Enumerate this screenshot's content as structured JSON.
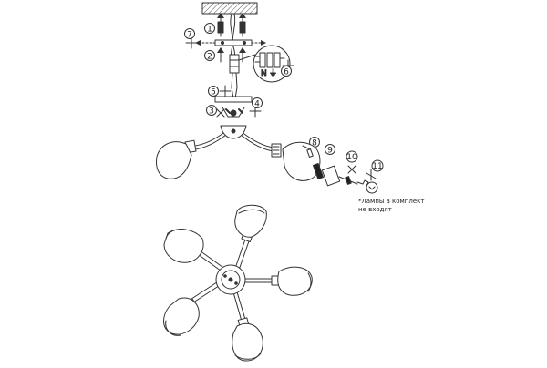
{
  "diagram": {
    "step_numbers": [
      "1",
      "2",
      "3",
      "4",
      "5",
      "6",
      "7",
      "8",
      "9",
      "10",
      "11"
    ],
    "wire_labels": {
      "neutral": "N",
      "earth": "⏚"
    },
    "note_line1": "*Лампы в комплект",
    "note_line2": "не входят"
  }
}
